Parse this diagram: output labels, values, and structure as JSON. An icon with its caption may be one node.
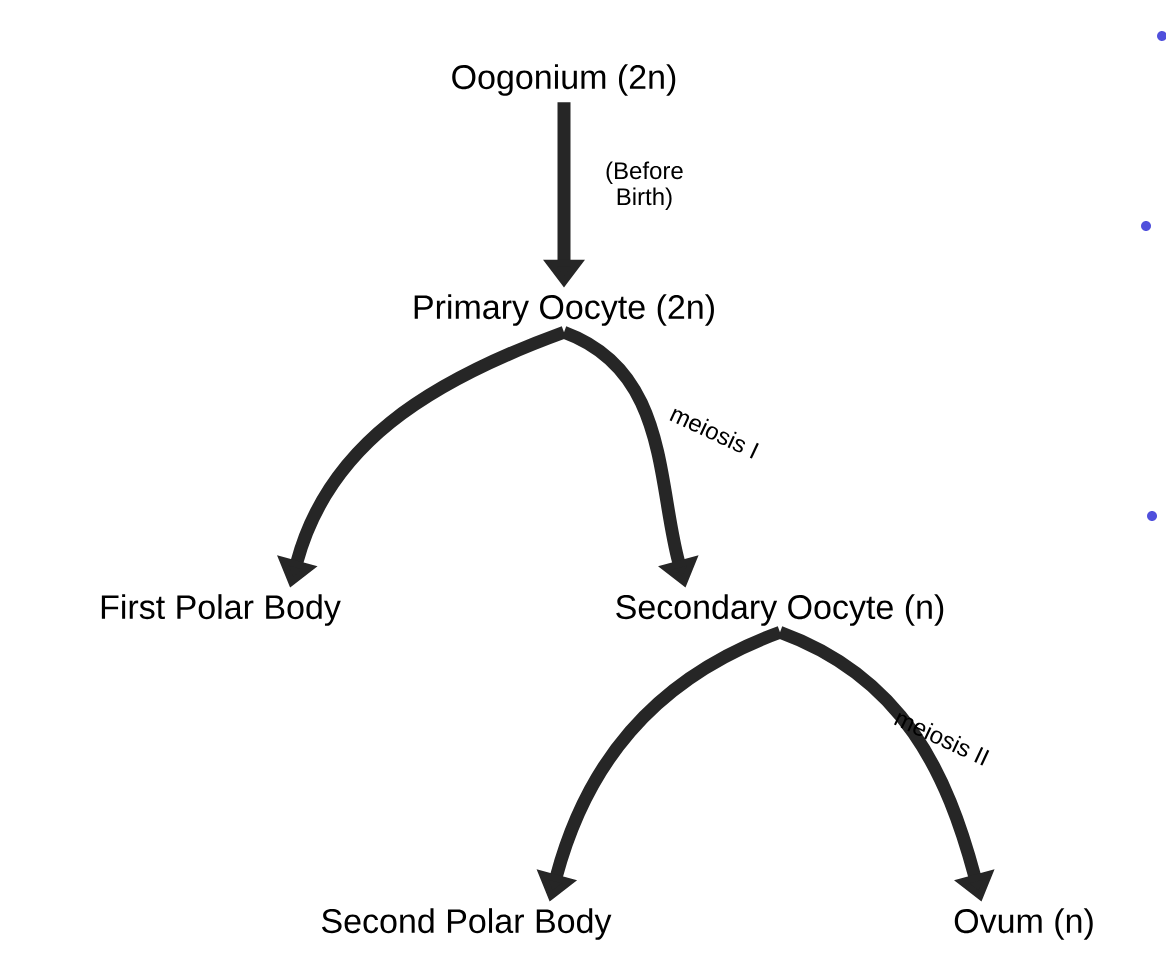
{
  "diagram": {
    "nodes": [
      {
        "text": [
          "Oogonium (2n)"
        ]
      },
      {
        "text": [
          "Primary Oocyte (2n)"
        ]
      },
      {
        "text": [
          "First Polar Body"
        ]
      },
      {
        "text": [
          "Secondary Oocyte (n)"
        ]
      },
      {
        "text": [
          "Second Polar Body"
        ]
      },
      {
        "text": [
          "Ovum (n)"
        ]
      }
    ],
    "edges": [
      {
        "from": 0,
        "to": 1,
        "arrow": "to",
        "label": "(Before Birth)"
      },
      {
        "from": 1,
        "to": 2,
        "arrow": "to"
      },
      {
        "from": 1,
        "to": 3,
        "arrow": "to",
        "label": "meiosis I"
      },
      {
        "from": 3,
        "to": 4,
        "arrow": "to"
      },
      {
        "from": 3,
        "to": 5,
        "arrow": "to",
        "label": "meiosis II"
      }
    ]
  }
}
